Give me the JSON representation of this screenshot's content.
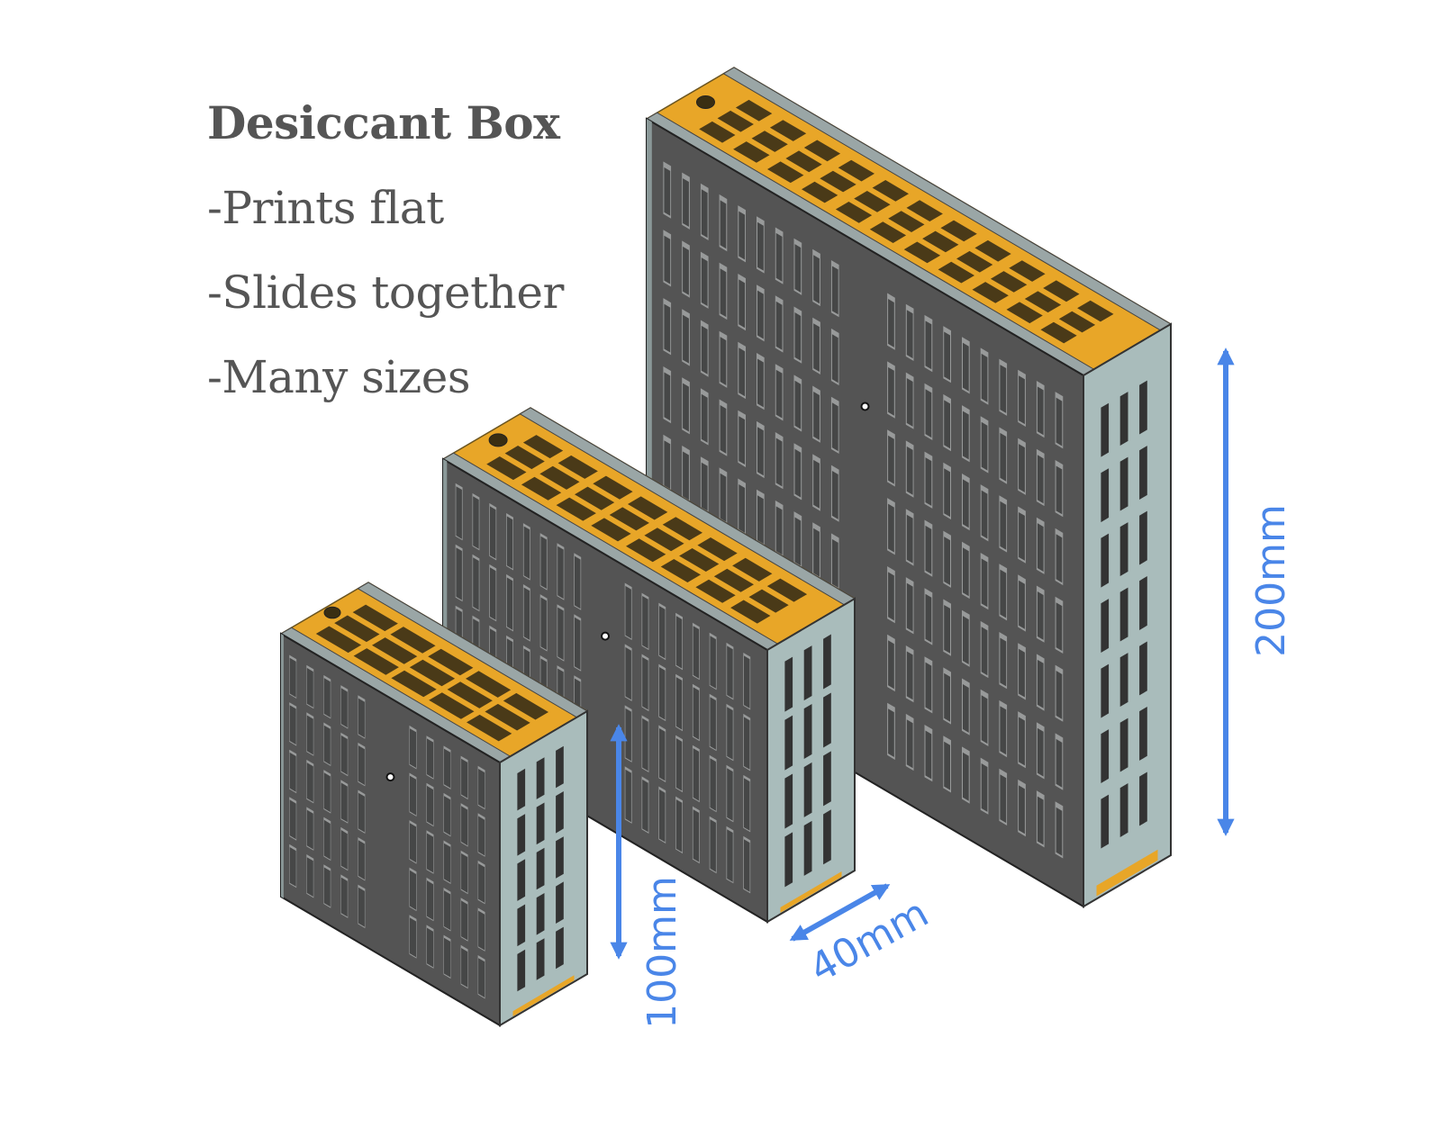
{
  "heading": {
    "title": "Desiccant Box",
    "bullets": [
      "-Prints flat",
      "-Slides together",
      "-Many sizes"
    ]
  },
  "dimensions": {
    "height_large": "200mm",
    "height_small": "100mm",
    "depth": "40mm"
  },
  "colors": {
    "text": "#555555",
    "arrow": "#4a86e8",
    "top_lid": "#e8a628",
    "end_cap": "#a9bcbb",
    "grid_panel": "#545454",
    "slot": "#cfd4d4"
  }
}
